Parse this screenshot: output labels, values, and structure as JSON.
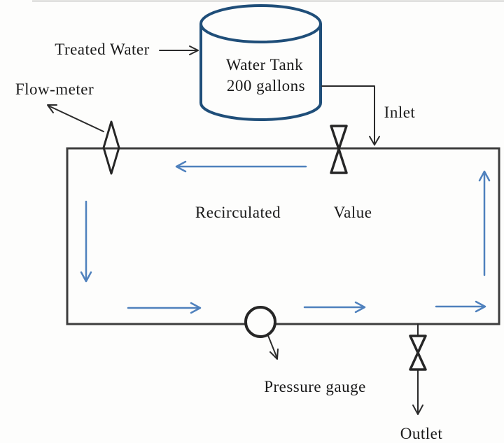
{
  "diagram": {
    "tank": {
      "label_line1": "Water Tank",
      "label_line2": "200 gallons"
    },
    "labels": {
      "treated_water": "Treated Water",
      "flow_meter": "Flow-meter",
      "inlet": "Inlet",
      "recirculated": "Recirculated",
      "valve": "Value",
      "pressure_gauge": "Pressure gauge",
      "outlet": "Outlet"
    },
    "icons": {
      "flow_meter": "diamond-flow-meter-icon",
      "inlet_valve": "hourglass-valve-icon",
      "outlet_valve": "hourglass-valve-icon",
      "pressure_gauge": "circle-gauge-icon"
    },
    "colors": {
      "flow_arrow_blue": "#4f81bd",
      "tank_outline_blue": "#1f4e79",
      "pipe_gray": "#3d3d3d",
      "line_black": "#2b2b2b",
      "text_black": "#1a1a1a"
    }
  }
}
